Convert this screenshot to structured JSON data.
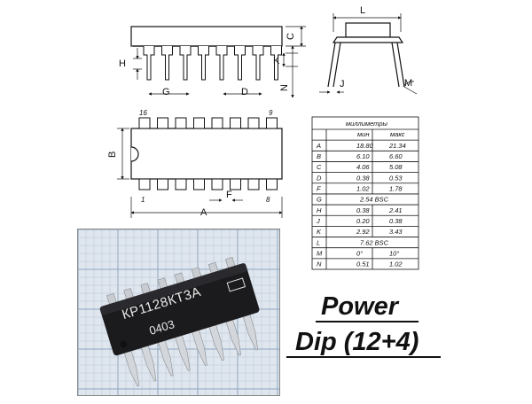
{
  "caption": {
    "line1": "Power",
    "line2": "Dip (12+4)"
  },
  "dimension_letters": {
    "L": "L",
    "C": "C",
    "H": "H",
    "K": "K",
    "N": "N",
    "G": "G",
    "D": "D",
    "J": "J",
    "M": "M",
    "A": "A",
    "B": "B",
    "F": "F"
  },
  "pin_numbers": {
    "p16": "16",
    "p9": "9",
    "p1": "1",
    "p8": "8"
  },
  "table": {
    "title": "миллиметры",
    "col_min": "мин",
    "col_max": "макс",
    "rows": [
      {
        "k": "A",
        "min": "18.80",
        "max": "21.34"
      },
      {
        "k": "B",
        "min": "6.10",
        "max": "6.60"
      },
      {
        "k": "C",
        "min": "4.06",
        "max": "5.08"
      },
      {
        "k": "D",
        "min": "0.38",
        "max": "0.53"
      },
      {
        "k": "F",
        "min": "1.02",
        "max": "1.78"
      },
      {
        "k": "G",
        "span": "2.54 BSC"
      },
      {
        "k": "H",
        "min": "0.38",
        "max": "2.41"
      },
      {
        "k": "J",
        "min": "0.20",
        "max": "0.38"
      },
      {
        "k": "K",
        "min": "2.92",
        "max": "3.43"
      },
      {
        "k": "L",
        "span": "7.62 BSC"
      },
      {
        "k": "M",
        "min": "0°",
        "max": "10°"
      },
      {
        "k": "N",
        "min": "0.51",
        "max": "1.02"
      }
    ]
  },
  "photo": {
    "marking_line1": "КР1128КТ3А",
    "marking_line2": "0403"
  }
}
